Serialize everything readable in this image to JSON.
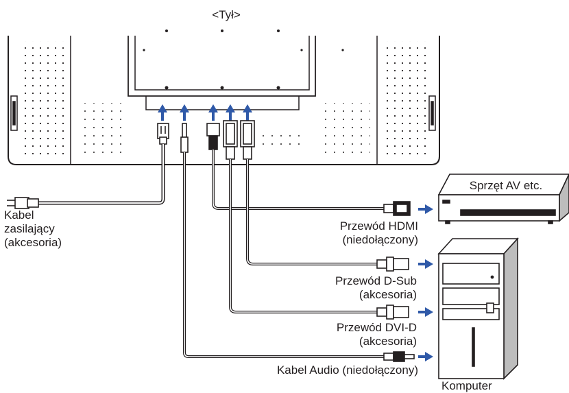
{
  "header": {
    "rear_label": "<Tył>"
  },
  "power": {
    "cable_line1": "Kabel",
    "cable_line2": "zasilający",
    "cable_line3": "(akcesoria)"
  },
  "hdmi": {
    "line1": "Przewód HDMI",
    "line2": "(niedołączony)"
  },
  "dsub": {
    "line1": "Przewód D-Sub",
    "line2": "(akcesoria)"
  },
  "dvid": {
    "line1": "Przewód DVI-D",
    "line2": "(akcesoria)"
  },
  "audio": {
    "line1": "Kabel Audio (niedołączony)"
  },
  "devices": {
    "av_label": "Sprzęt AV etc.",
    "computer_label": "Komputer"
  },
  "colors": {
    "arrow": "#2f59a8",
    "line": "#231f20",
    "plug_fill": "#ffffff"
  }
}
